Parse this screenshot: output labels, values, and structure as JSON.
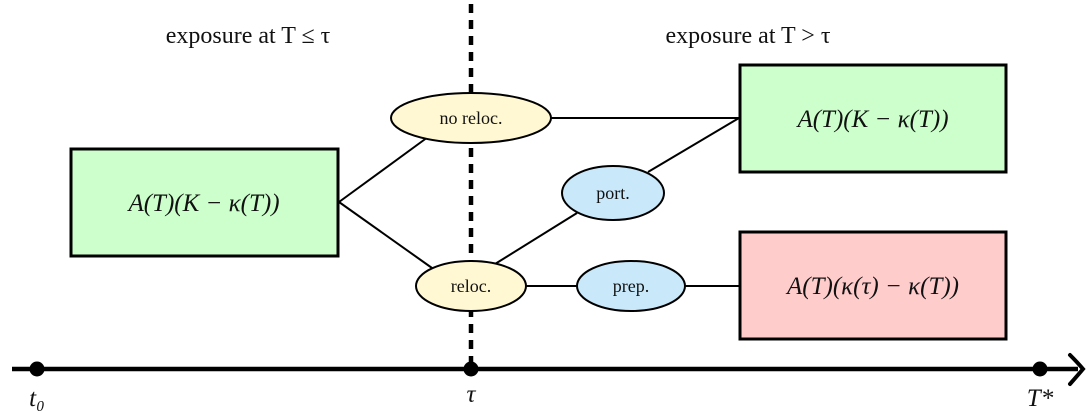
{
  "headers": {
    "left": "exposure at T ≤ τ",
    "right": "exposure at T > τ"
  },
  "nodes": {
    "left_box": {
      "label": "A(T)(K − κ(T))",
      "fill": "#ccffcc"
    },
    "top_right_box": {
      "label": "A(T)(K − κ(T))",
      "fill": "#ccffcc"
    },
    "bottom_right_box": {
      "label": "A(T)(κ(τ) − κ(T))",
      "fill": "#ffcccc"
    },
    "no_reloc": {
      "label": "no reloc.",
      "fill": "#fff8d2"
    },
    "reloc": {
      "label": "reloc.",
      "fill": "#fff8d2"
    },
    "port": {
      "label": "port.",
      "fill": "#c9e8fa"
    },
    "prep": {
      "label": "prep.",
      "fill": "#c9e8fa"
    }
  },
  "edges": [
    {
      "from": "left_box",
      "to": "no_reloc"
    },
    {
      "from": "left_box",
      "to": "reloc"
    },
    {
      "from": "no_reloc",
      "to": "top_right_box"
    },
    {
      "from": "reloc",
      "to": "port"
    },
    {
      "from": "port",
      "to": "top_right_box"
    },
    {
      "from": "reloc",
      "to": "prep"
    },
    {
      "from": "prep",
      "to": "bottom_right_box"
    }
  ],
  "timeline": {
    "ticks": [
      {
        "id": "t0",
        "label": "t₀"
      },
      {
        "id": "tau",
        "label": "τ"
      },
      {
        "id": "tstar",
        "label": "T*"
      }
    ]
  }
}
